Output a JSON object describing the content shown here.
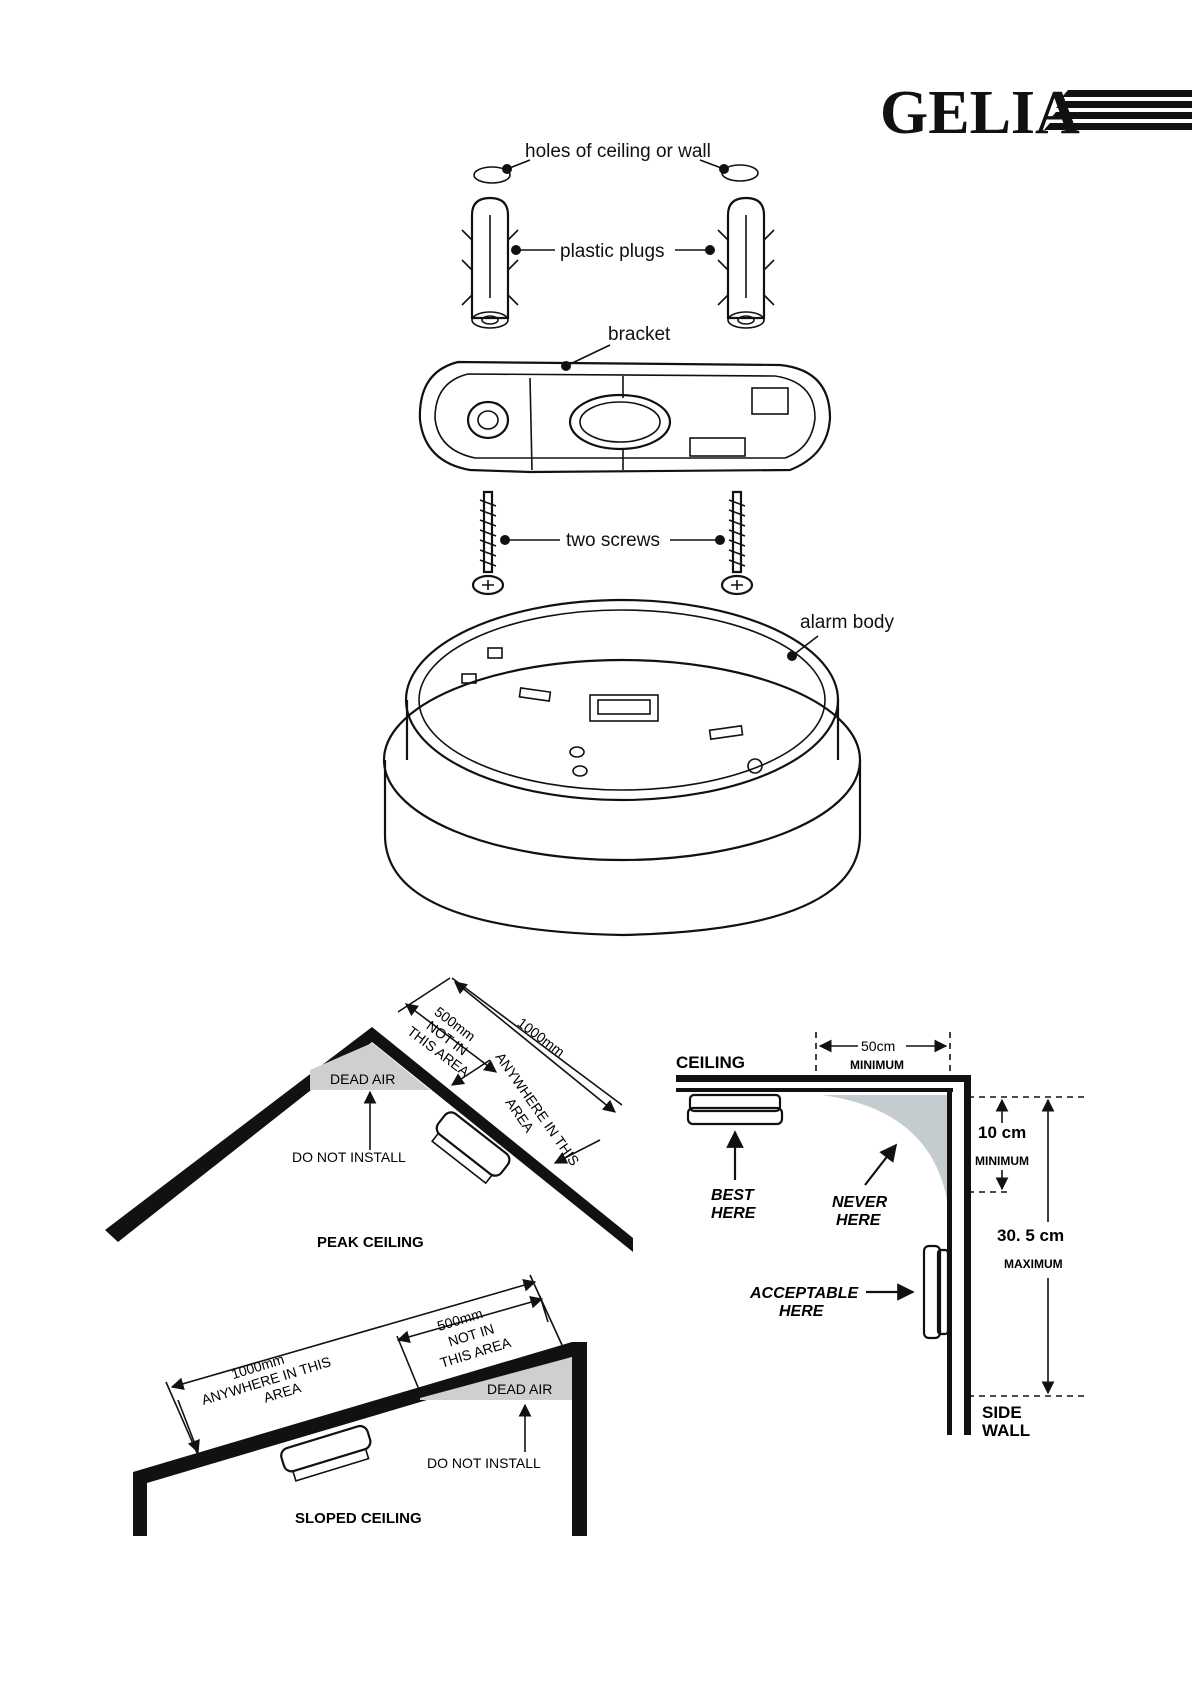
{
  "brand": {
    "logo_text": "GELIA"
  },
  "exploded_view": {
    "holes_label": "holes of ceiling or wall",
    "plugs_label": "plastic plugs",
    "bracket_label": "bracket",
    "screws_label": "two screws",
    "body_label": "alarm body"
  },
  "peak_ceiling": {
    "caption": "PEAK CEILING",
    "dead_air": "DEAD AIR",
    "do_not_install": "DO NOT INSTALL",
    "dim_500": "500mm",
    "not_in_1": "NOT IN",
    "not_in_2": "THIS AREA",
    "dim_1000": "1000mm",
    "anywhere_1": "ANYWHERE IN THIS",
    "anywhere_2": "AREA"
  },
  "sloped_ceiling": {
    "caption": "SLOPED CEILING",
    "dead_air": "DEAD AIR",
    "do_not_install": "DO NOT INSTALL",
    "dim_1000": "1000mm",
    "anywhere_1": "ANYWHERE IN THIS",
    "anywhere_2": "AREA",
    "dim_500": "500mm",
    "not_in_1": "NOT IN",
    "not_in_2": "THIS AREA"
  },
  "wall_diagram": {
    "ceiling": "CEILING",
    "dim_50": "50cm",
    "minimum": "MINIMUM",
    "dim_10": "10 cm",
    "minimum_2": "MINIMUM",
    "dim_305": "30. 5 cm",
    "maximum": "MAXIMUM",
    "best_1": "BEST",
    "best_2": "HERE",
    "never_1": "NEVER",
    "never_2": "HERE",
    "acceptable_1": "ACCEPTABLE",
    "acceptable_2": "HERE",
    "side_1": "SIDE",
    "side_2": "WALL"
  }
}
